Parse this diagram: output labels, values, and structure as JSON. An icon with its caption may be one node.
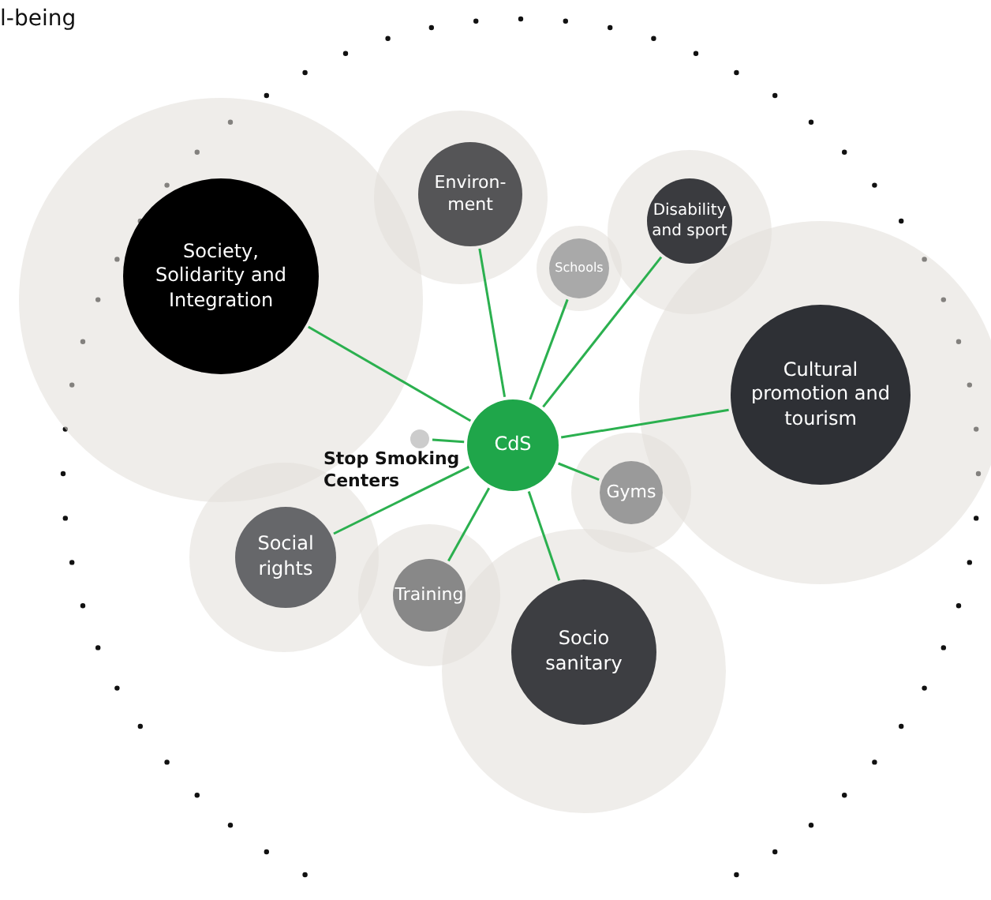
{
  "diagram": {
    "nodes": [
      {
        "text": [
          "CdS"
        ]
      },
      {
        "text": [
          "Society, Solidarity and Integration"
        ]
      },
      {
        "text": [
          "Environ- ment"
        ]
      },
      {
        "text": [
          "Schools"
        ]
      },
      {
        "text": [
          "Disability and sport"
        ]
      },
      {
        "text": [
          "Cultural promotion and tourism"
        ]
      },
      {
        "text": [
          "Gyms"
        ]
      },
      {
        "text": [
          "Socio sanitary"
        ]
      },
      {
        "text": [
          "Training"
        ]
      },
      {
        "text": [
          "Social rights"
        ]
      },
      {
        "text": [],
        "shape": "circle",
        "beside": [
          "Stop Smoking Centers"
        ]
      }
    ],
    "edges": [
      {
        "from": 0,
        "to": 1,
        "arrow": "none"
      },
      {
        "from": 0,
        "to": 2,
        "arrow": "none"
      },
      {
        "from": 0,
        "to": 3,
        "arrow": "none"
      },
      {
        "from": 0,
        "to": 4,
        "arrow": "none"
      },
      {
        "from": 0,
        "to": 5,
        "arrow": "none"
      },
      {
        "from": 0,
        "to": 6,
        "arrow": "none"
      },
      {
        "from": 0,
        "to": 7,
        "arrow": "none"
      },
      {
        "from": 0,
        "to": 8,
        "arrow": "none"
      },
      {
        "from": 0,
        "to": 9,
        "arrow": "none"
      },
      {
        "from": 0,
        "to": 10,
        "arrow": "none"
      }
    ],
    "labels": [
      "l-being"
    ]
  }
}
